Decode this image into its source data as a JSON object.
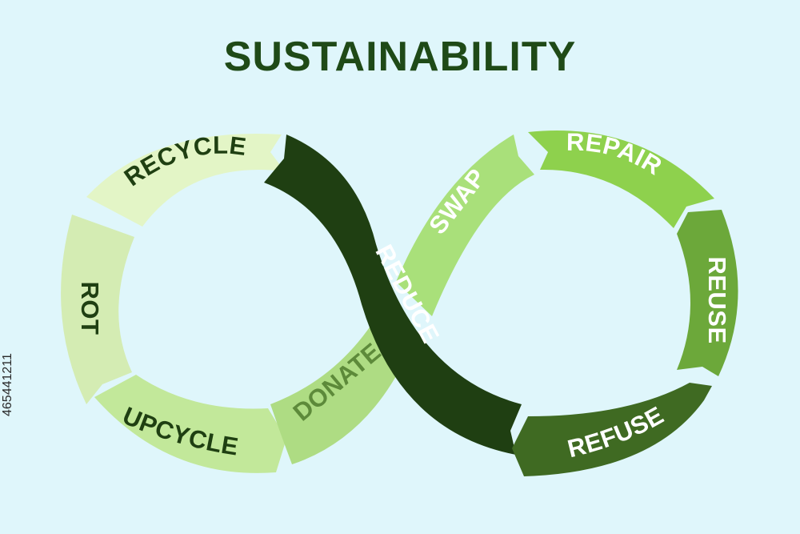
{
  "title": "SUSTAINABILITY",
  "side_id": "465441211",
  "colors": {
    "background": "#dff6fb",
    "title": "#1f4a17"
  },
  "segments": [
    {
      "id": "recycle",
      "label": "RECYCLE",
      "fill": "#e3f5c6",
      "text_color": "#1f3f12"
    },
    {
      "id": "rot",
      "label": "ROT",
      "fill": "#d4ecb3",
      "text_color": "#1f3f12"
    },
    {
      "id": "upcycle",
      "label": "UPCYCLE",
      "fill": "#c2e89a",
      "text_color": "#1f3f12"
    },
    {
      "id": "donate",
      "label": "DONATE",
      "fill": "#aedc83",
      "text_color": "#5d8a3a"
    },
    {
      "id": "reduce",
      "label": "REDUCE",
      "fill": "#1f3f12",
      "text_color": "#ffffff"
    },
    {
      "id": "swap",
      "label": "SWAP",
      "fill": "#a9e07a",
      "text_color": "#ffffff"
    },
    {
      "id": "repair",
      "label": "REPAIR",
      "fill": "#8ed14d",
      "text_color": "#ffffff"
    },
    {
      "id": "reuse",
      "label": "REUSE",
      "fill": "#6ca83a",
      "text_color": "#ffffff"
    },
    {
      "id": "refuse",
      "label": "REFUSE",
      "fill": "#3f6a22",
      "text_color": "#ffffff"
    }
  ]
}
